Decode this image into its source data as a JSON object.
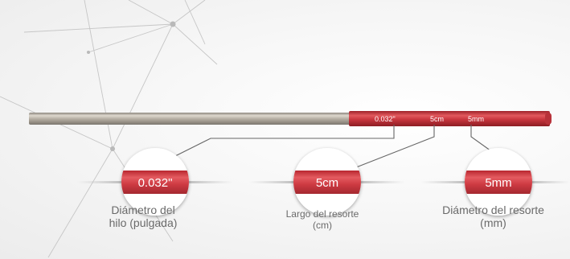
{
  "colors": {
    "spring_red": "#c9363e",
    "wire_silver": "#b4aea4",
    "leader_line": "#666666",
    "label_text": "#6a6a6a",
    "network": "#c4c4c4"
  },
  "wire": {
    "tags": [
      "0.032\"",
      "5cm",
      "5mm"
    ]
  },
  "callouts": [
    {
      "value": "0.032\"",
      "label_line1": "Diámetro del",
      "label_line2": "hilo (pulgada)"
    },
    {
      "value": "5cm",
      "label_line1": "Largo del resorte",
      "label_line2": "(cm)"
    },
    {
      "value": "5mm",
      "label_line1": "Diámetro del resorte",
      "label_line2": "(mm)"
    }
  ]
}
